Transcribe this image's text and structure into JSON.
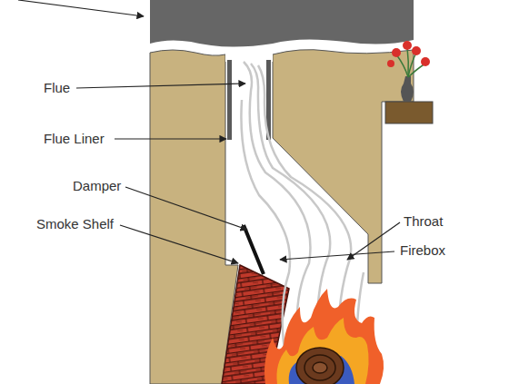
{
  "diagram": {
    "labels": [
      "Flue",
      "Flue Liner",
      "Damper",
      "Smoke Shelf",
      "Throat",
      "Firebox"
    ]
  }
}
